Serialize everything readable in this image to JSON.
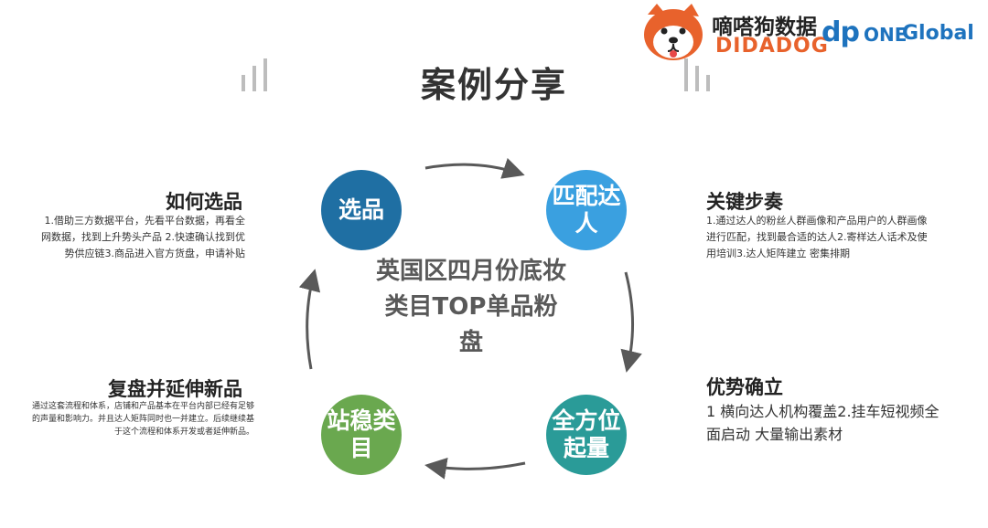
{
  "header": {
    "title": "案例分享"
  },
  "logos": {
    "didadog_cn": "嘀嗒狗数据",
    "didadog_en": "DIDADOG",
    "dp_mark": "dp",
    "dp_one": "ONE",
    "dp_global": "Global"
  },
  "circles": {
    "select": "选品",
    "match": "匹配达人",
    "full": "全方位起量",
    "stable": "站稳类目"
  },
  "center": {
    "text": "英国区四月份底妆类目TOP单品粉盘"
  },
  "sections": {
    "top_left": {
      "title": "如何选品",
      "body": "1.借助三方数据平台，先看平台数据，再看全网数据，找到上升势头产品 2.快速确认找到优势供应链3.商品进入官方货盘，申请补贴"
    },
    "bottom_left": {
      "title": "复盘并延伸新品",
      "body": "通过这套流程和体系，店铺和产品基本在平台内部已经有足够的声量和影响力。并且达人矩阵同时也一并建立。后续继续基于这个流程和体系开发或者延伸新品。"
    },
    "top_right": {
      "title": "关键步奏",
      "body": "1.通过达人的粉丝人群画像和产品用户的人群画像进行匹配，找到最合适的达人2.寄样达人话术及使用培训3.达人矩阵建立 密集排期"
    },
    "bottom_right": {
      "title": "优势确立",
      "body": "1 横向达人机构覆盖2.挂车短视频全面启动 大量输出素材"
    }
  },
  "colors": {
    "select": "#1f6fa3",
    "match": "#3aa0e0",
    "full": "#2a9b98",
    "stable": "#6aa84f",
    "brand_orange": "#e8622c",
    "brand_blue": "#1e73be",
    "arrow": "#595959"
  },
  "icons": {
    "dog": "shiba-dog-logo",
    "bars": "bar-chart-icon"
  }
}
